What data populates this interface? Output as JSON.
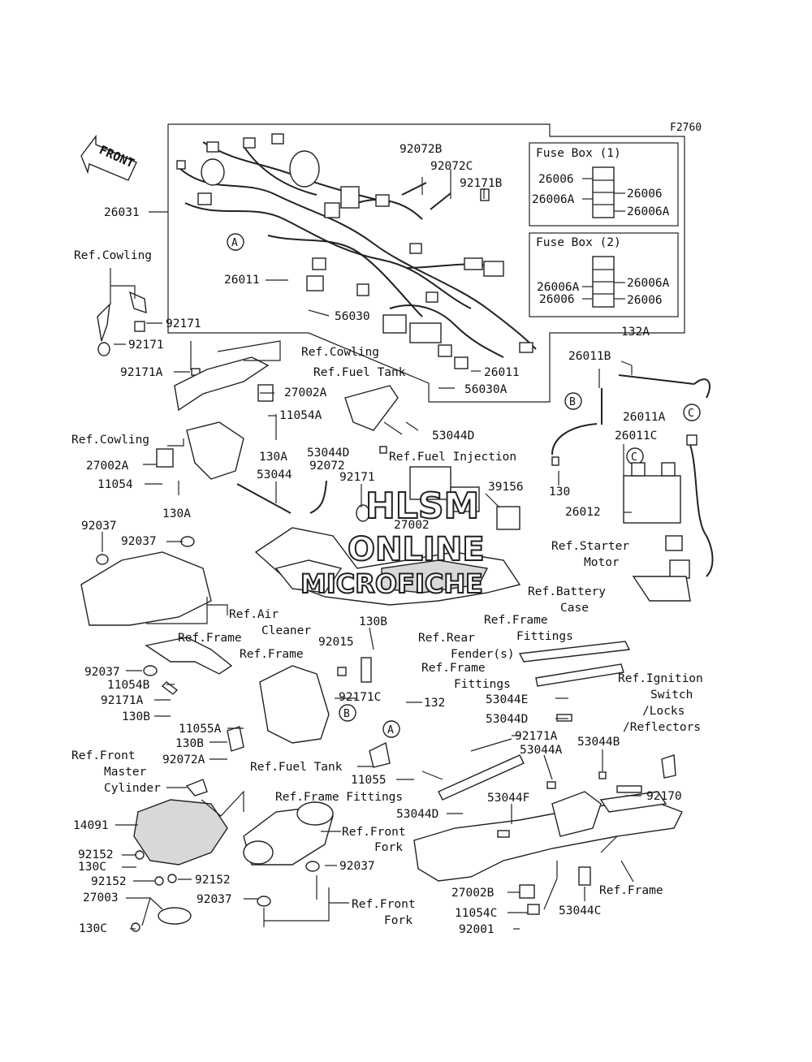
{
  "figure_code": "F2760",
  "front_arrow": "FRONT",
  "watermark": {
    "line1": "HLSM",
    "line2": "ONLINE",
    "line3": "MICROFICHE"
  },
  "fuse_box_1": {
    "title": "Fuse Box (1)",
    "left": [
      "26006",
      "26006A"
    ],
    "right": [
      "26006",
      "26006A"
    ]
  },
  "fuse_box_2": {
    "title": "Fuse Box (2)",
    "left": [
      "26006A",
      "26006"
    ],
    "right": [
      "26006A",
      "26006"
    ]
  },
  "callouts": {
    "A": "A",
    "B": "B",
    "C": "C"
  },
  "labels": {
    "p92072B": "92072B",
    "p92072C": "92072C",
    "p92171B": "92171B",
    "p26031": "26031",
    "p26011": "26011",
    "p56030": "56030",
    "p26011b": "26011",
    "p56030A": "56030A",
    "refCowling1": "Ref.Cowling",
    "p92171a": "92171",
    "p92171b": "92171",
    "refCowling2": "Ref.Cowling",
    "p92171A": "92171A",
    "refFuelTank1": "Ref.Fuel Tank",
    "p27002A1": "27002A",
    "p11054A": "11054A",
    "refCowling3": "Ref.Cowling",
    "p27002A2": "27002A",
    "p11054": "11054",
    "p130A1": "130A",
    "p130A2": "130A",
    "p53044D1": "53044D",
    "p53044D2": "53044D",
    "p53044": "53044",
    "p92072": "92072",
    "p92171c": "92171",
    "refFuelInjection": "Ref.Fuel Injection",
    "p39156": "39156",
    "p27002": "27002",
    "p132A": "132A",
    "p26011B": "26011B",
    "p26011A": "26011A",
    "p26011C": "26011C",
    "p130a": "130",
    "p26012": "26012",
    "refStarter1": "Ref.Starter",
    "refStarter2": "Motor",
    "refBattery1": "Ref.Battery",
    "refBattery2": "Case",
    "p92037a": "92037",
    "p92037b": "92037",
    "refAir1": "Ref.Air",
    "refAir2": "Cleaner",
    "p130B1": "130B",
    "refRear1": "Ref.Rear",
    "refRear2": "Fender(s)",
    "refFrameFit1a": "Ref.Frame",
    "refFrameFit1b": "Fittings",
    "refFrame1": "Ref.Frame",
    "refFrame2": "Ref.Frame",
    "p92015": "92015",
    "p92037c": "92037",
    "p11054B": "11054B",
    "p92171A2": "92171A",
    "p130B2": "130B",
    "p11055A": "11055A",
    "p130B3": "130B",
    "p92072A": "92072A",
    "p92171C": "92171C",
    "refFrameFit2a": "Ref.Frame",
    "refFrameFit2b": "Fittings",
    "p53044E": "53044E",
    "p53044Dr": "53044D",
    "refIgn1": "Ref.Ignition",
    "refIgn2": "Switch",
    "refIgn3": "/Locks",
    "refIgn4": "/Reflectors",
    "p132": "132",
    "p92171A3": "92171A",
    "p53044A": "53044A",
    "p53044B": "53044B",
    "refFrontMaster1": "Ref.Front",
    "refFrontMaster2": "Master",
    "refFrontMaster3": "Cylinder",
    "refFuelTank2": "Ref.Fuel Tank",
    "p11055": "11055",
    "p92170": "92170",
    "refFrameFit3": "Ref.Frame Fittings",
    "p14091": "14091",
    "p53044D3": "53044D",
    "p53044F": "53044F",
    "refFrontFork1a": "Ref.Front",
    "refFrontFork1b": "Fork",
    "p92152a": "92152",
    "p130C1": "130C",
    "p92152b": "92152",
    "p92152c": "92152",
    "p92037d": "92037",
    "p27003": "27003",
    "p92037e": "92037",
    "refFrontFork2a": "Ref.Front",
    "refFrontFork2b": "Fork",
    "p27002B": "27002B",
    "p11054C": "11054C",
    "p92001": "92001",
    "p130C2": "130C",
    "refFrame3": "Ref.Frame",
    "p53044C": "53044C"
  }
}
